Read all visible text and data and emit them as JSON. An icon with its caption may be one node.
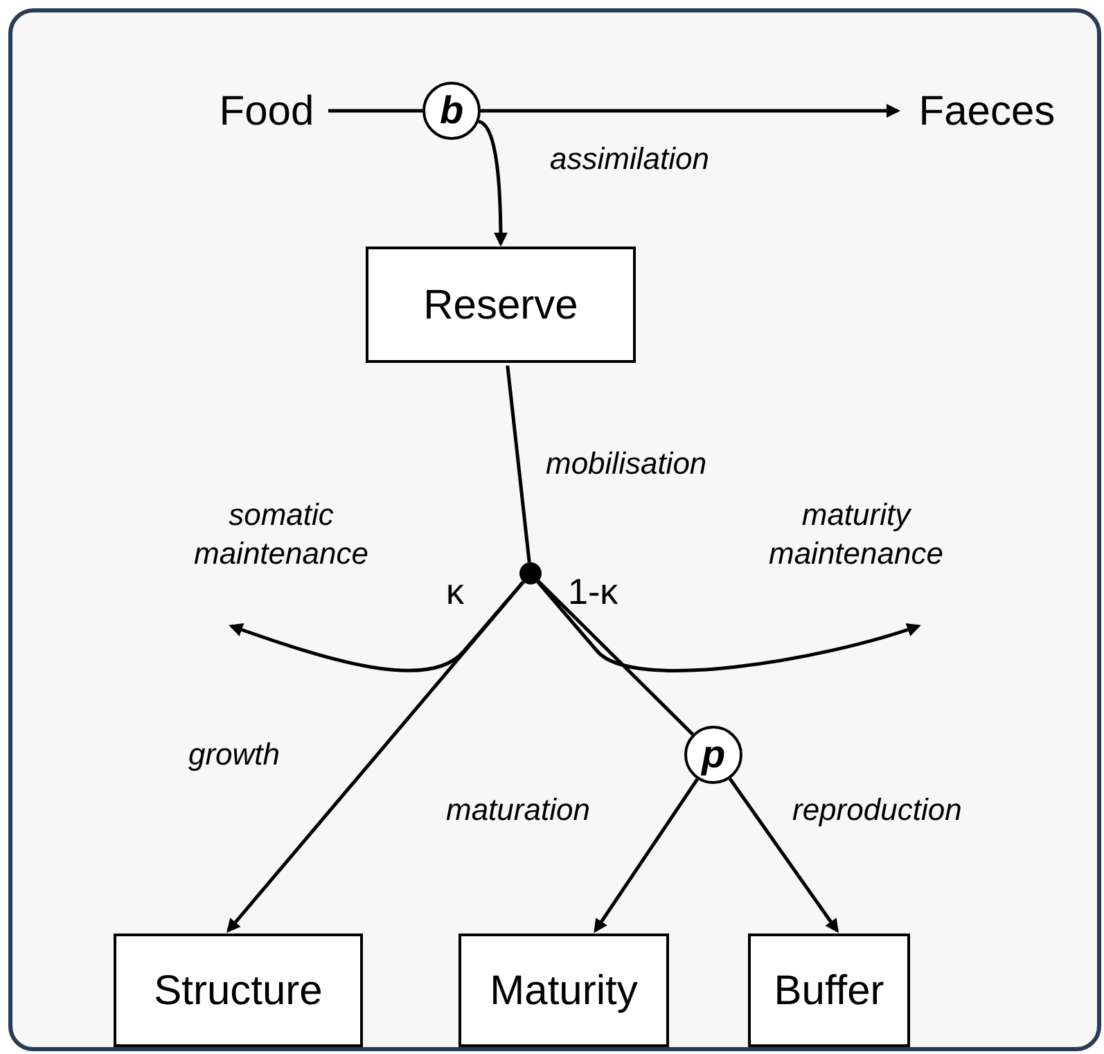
{
  "diagram": {
    "nodes": [
      {
        "text": [
          "Food"
        ]
      },
      {
        "text": [
          "b"
        ]
      },
      {
        "text": [
          "Faeces"
        ]
      },
      {
        "text": [
          "Reserve"
        ]
      },
      {
        "text": [],
        "shape": "circle"
      },
      {
        "text": [
          "somatic maintenance"
        ]
      },
      {
        "text": [
          "maturity maintenance"
        ]
      },
      {
        "text": [
          "p"
        ]
      },
      {
        "text": [
          "Structure"
        ]
      },
      {
        "text": [
          "Maturity"
        ]
      },
      {
        "text": [
          "Buffer"
        ]
      }
    ],
    "edges": [
      {
        "from": 0,
        "to": 1,
        "arrow": "none"
      },
      {
        "from": 1,
        "to": 2,
        "arrow": "to"
      },
      {
        "from": 1,
        "to": 3,
        "arrow": "to",
        "label": "assimilation"
      },
      {
        "from": 3,
        "to": 4,
        "arrow": "none",
        "label": "mobilisation"
      },
      {
        "from": 4,
        "to": 5,
        "arrow": "to"
      },
      {
        "from": 4,
        "to": 8,
        "arrow": "to",
        "label": "growth"
      },
      {
        "from": 4,
        "to": 6,
        "arrow": "to"
      },
      {
        "from": 4,
        "to": 7,
        "arrow": "none"
      },
      {
        "from": 7,
        "to": 9,
        "arrow": "to",
        "label": "maturation"
      },
      {
        "from": 7,
        "to": 10,
        "arrow": "to",
        "label": "reproduction"
      }
    ],
    "labels": [
      "κ",
      "1-κ"
    ]
  }
}
